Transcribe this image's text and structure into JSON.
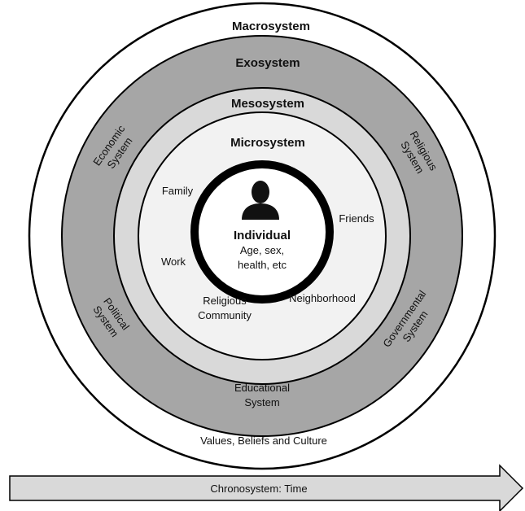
{
  "colors": {
    "background": "#ffffff",
    "macrosystem_fill": "#ffffff",
    "exosystem_fill": "#a6a6a6",
    "mesosystem_fill": "#d9d9d9",
    "microsystem_fill": "#f2f2f2",
    "individual_fill": "#ffffff",
    "ring_stroke": "#000000",
    "arrow_fill": "#d9d9d9",
    "person_icon": "#111111"
  },
  "layers": {
    "macrosystem": {
      "title": "Macrosystem",
      "description": "Values, Beliefs and Culture"
    },
    "exosystem": {
      "title": "Exosystem",
      "items": {
        "economic": [
          "Economic",
          "System"
        ],
        "religious": [
          "Religious",
          "System"
        ],
        "political": [
          "Political",
          "System"
        ],
        "governmental": [
          "Governmental",
          "System"
        ],
        "educational": [
          "Educational",
          "System"
        ]
      }
    },
    "mesosystem": {
      "title": "Mesosystem"
    },
    "microsystem": {
      "title": "Microsystem",
      "items": {
        "family": "Family",
        "friends": "Friends",
        "work": "Work",
        "religious_community": [
          "Religious",
          "Community"
        ],
        "neighborhood": "Neighborhood"
      }
    },
    "individual": {
      "title": "Individual",
      "attributes": [
        "Age, sex,",
        "health, etc"
      ],
      "icon": "person-icon"
    }
  },
  "chronosystem": {
    "label": "Chronosystem: Time"
  }
}
